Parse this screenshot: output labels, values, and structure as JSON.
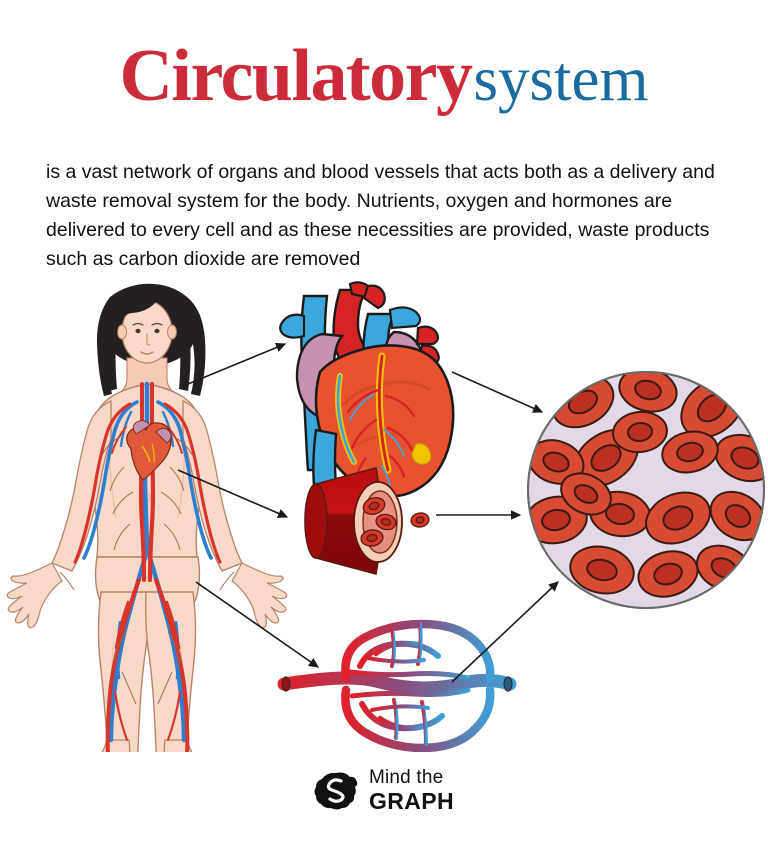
{
  "title": {
    "primary": "Circulatory",
    "secondary": "system",
    "primary_color": "#cc2b3c",
    "secondary_color": "#1b6ba0"
  },
  "body": {
    "paragraph": "is a vast network of organs and blood vessels that acts both as a delivery and waste removal system for the body. Nutrients, oxygen and hormones are delivered to every cell and as these necessities are provided, waste products such as carbon dioxide are removed"
  },
  "illustration": {
    "human_body": {
      "name": "human-body-circulatory-figure",
      "skin_color": "#f8d9c8",
      "skin_shadow": "#eebda6",
      "hair_color": "#241f20",
      "artery_color": "#d8352a",
      "vein_color": "#2f7fd0",
      "outline_color": "#8a5a46"
    },
    "heart": {
      "name": "anatomical-heart",
      "muscle_color": "#e8522f",
      "muscle_shadow": "#cf3f24",
      "atrium_color": "#c492ae",
      "aorta_color": "#d62424",
      "vein_color": "#3ba7dd",
      "fat_color": "#f2c400",
      "outline_color": "#241f20"
    },
    "blood_vessel": {
      "name": "blood-vessel-cross-section",
      "wall_color": "#c00d0d",
      "wall_shadow": "#8e0909",
      "lining_color": "#f6cdb5",
      "lumen_color": "#e79486",
      "cell_color": "#d63a28",
      "outline_color": "#5a1a13"
    },
    "capillary_bed": {
      "name": "capillary-network",
      "arteriole_color": "#e0202a",
      "venule_color": "#3f9ed6",
      "capillary_color": "#8c4a7a",
      "outline_color": "#4a2230"
    },
    "blood_cells": {
      "name": "red-blood-cells-magnified",
      "plasma_color": "#e2d8e6",
      "cell_fill": "#d84b33",
      "cell_center": "#bb3020",
      "outline_color": "#3a1b13",
      "circle_border": "#6b6b6b"
    },
    "arrows": {
      "name": "connector-arrow",
      "color": "#1a1a1a",
      "count": 5
    }
  },
  "logo": {
    "mark_name": "mind-the-graph-brain-icon",
    "mark_color": "#111111",
    "line_1": "Mind the",
    "line_2": "GRAPH"
  }
}
